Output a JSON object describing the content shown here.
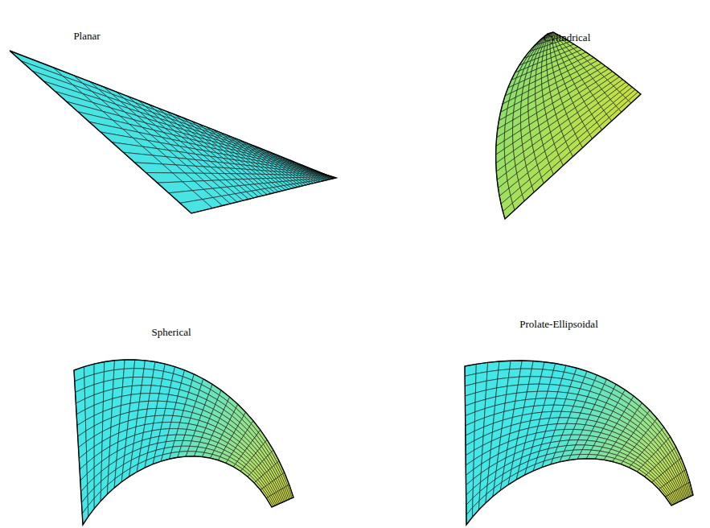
{
  "diagram": {
    "labels": [
      "Planar",
      "Cylindrical",
      "Spherical",
      "Prolate-Ellipsoidal"
    ]
  }
}
